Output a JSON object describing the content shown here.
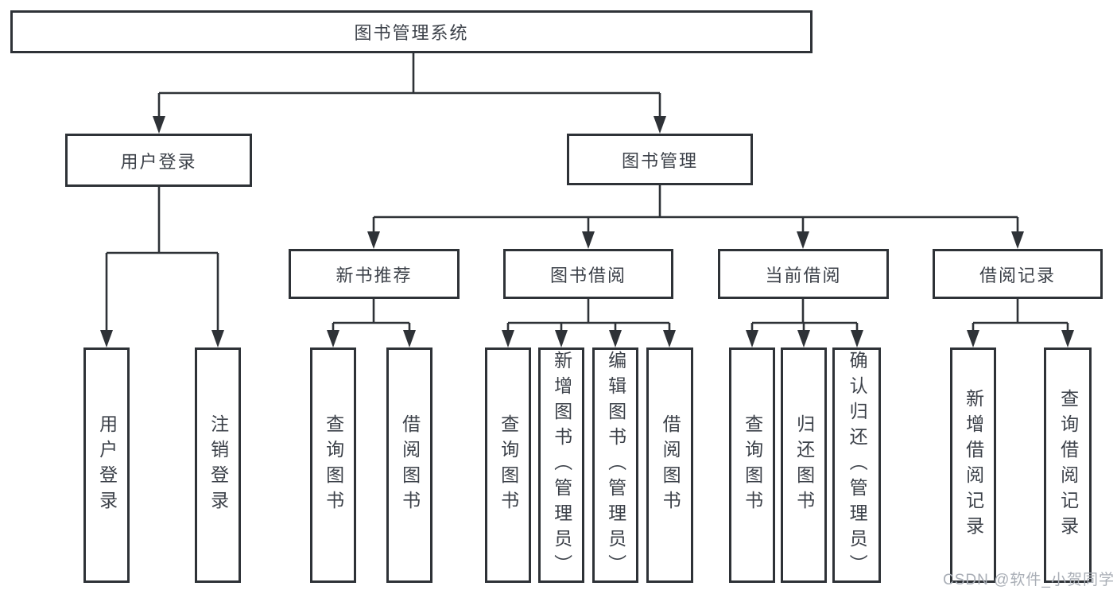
{
  "colors": {
    "line": "#2e3237",
    "text": "#3c4149",
    "background": "#ffffff",
    "watermark": "#a9aeb6"
  },
  "watermark": {
    "text": "CSDN @软件_小贺同学"
  },
  "tree": {
    "label": "图书管理系统",
    "children": [
      {
        "label": "用户登录",
        "children": [
          {
            "label": "用户登录"
          },
          {
            "label": "注销登录"
          }
        ]
      },
      {
        "label": "图书管理",
        "children": [
          {
            "label": "新书推荐",
            "children": [
              {
                "label": "查询图书"
              },
              {
                "label": "借阅图书"
              }
            ]
          },
          {
            "label": "图书借阅",
            "children": [
              {
                "label": "查询图书"
              },
              {
                "label": "新增图书（管理员）"
              },
              {
                "label": "编辑图书（管理员）"
              },
              {
                "label": "借阅图书"
              }
            ]
          },
          {
            "label": "当前借阅",
            "children": [
              {
                "label": "查询图书"
              },
              {
                "label": "归还图书"
              },
              {
                "label": "确认归还（管理员）"
              }
            ]
          },
          {
            "label": "借阅记录",
            "children": [
              {
                "label": "新增借阅记录"
              },
              {
                "label": "查询借阅记录"
              }
            ]
          }
        ]
      }
    ]
  }
}
